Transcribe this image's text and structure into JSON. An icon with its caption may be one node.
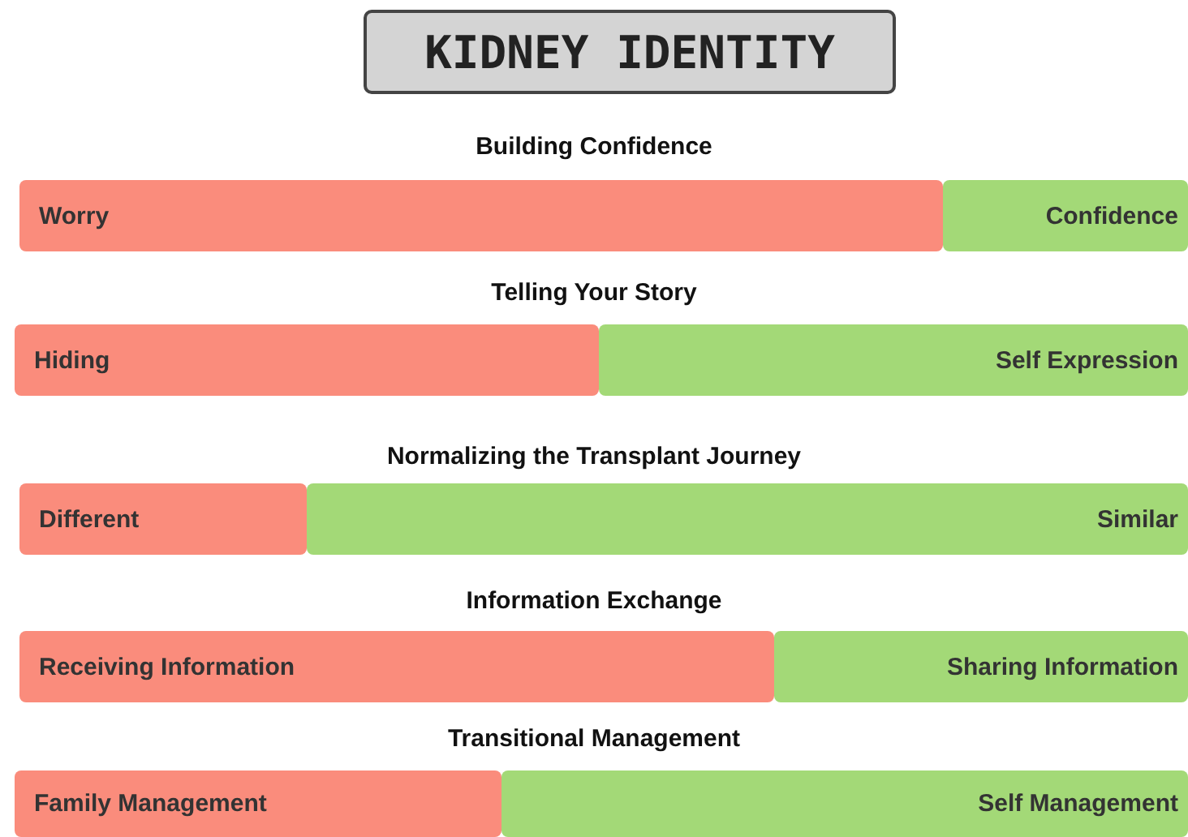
{
  "diagram": {
    "title": "KIDNEY IDENTITY",
    "nodes": [
      {
        "text": [
          "Worry"
        ]
      },
      {
        "text": [
          "Confidence"
        ]
      },
      {
        "text": [
          "Hiding"
        ]
      },
      {
        "text": [
          "Self Expression"
        ]
      },
      {
        "text": [
          "Different"
        ]
      },
      {
        "text": [
          "Similar"
        ]
      },
      {
        "text": [
          "Receiving Information"
        ]
      },
      {
        "text": [
          "Sharing Information"
        ]
      },
      {
        "text": [
          "Family Management"
        ]
      },
      {
        "text": [
          "Self Management"
        ]
      }
    ],
    "labels": [
      "Building Confidence",
      "Telling Your Story",
      "Normalizing the Transplant Journey",
      "Information Exchange",
      "Transitional Management"
    ]
  }
}
